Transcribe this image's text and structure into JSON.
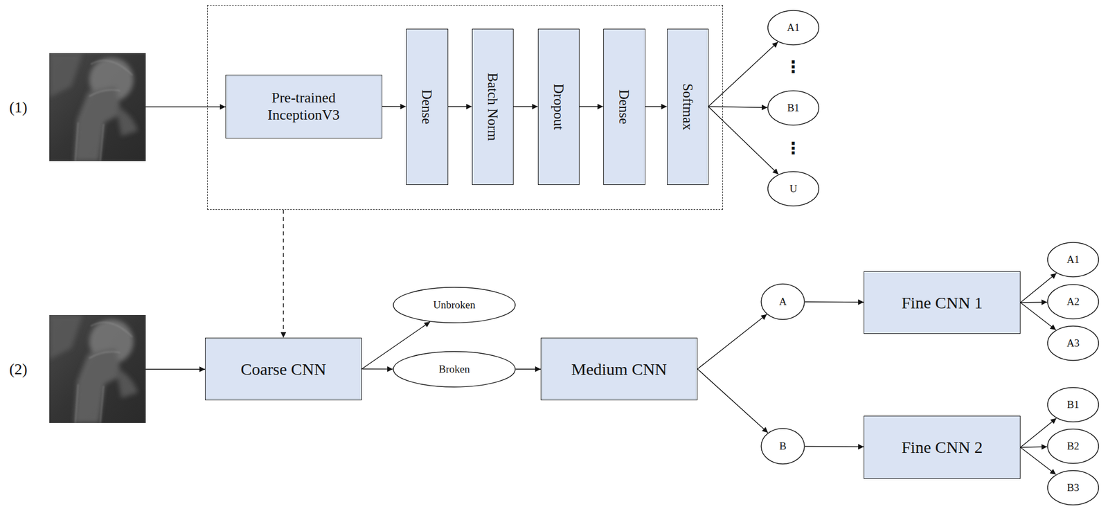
{
  "diagram": {
    "nodes": [
      {
        "text": []
      },
      {
        "text": [
          "Pre-trained InceptionV3"
        ],
        "in": 0
      },
      {
        "text": [
          "Dense"
        ],
        "in": 0
      },
      {
        "text": [
          "Batch Norm"
        ],
        "in": 0
      },
      {
        "text": [
          "Dropout"
        ],
        "in": 0
      },
      {
        "text": [
          "Dense"
        ],
        "in": 0
      },
      {
        "text": [
          "Softmax"
        ],
        "in": 0
      },
      {
        "text": [
          "A1"
        ]
      },
      {
        "text": [
          "B1"
        ]
      },
      {
        "text": [
          "U"
        ]
      },
      {
        "text": [
          "Coarse CNN"
        ]
      },
      {
        "text": [
          "Unbroken"
        ]
      },
      {
        "text": [
          "Broken"
        ]
      },
      {
        "text": [
          "Medium CNN"
        ]
      },
      {
        "text": [
          "A"
        ]
      },
      {
        "text": [
          "B"
        ]
      },
      {
        "text": [
          "Fine CNN 1"
        ]
      },
      {
        "text": [
          "Fine CNN 2"
        ]
      },
      {
        "text": [
          "A1"
        ]
      },
      {
        "text": [
          "A2"
        ]
      },
      {
        "text": [
          "A3"
        ]
      },
      {
        "text": [
          "B1"
        ]
      },
      {
        "text": [
          "B2"
        ]
      },
      {
        "text": [
          "B3"
        ]
      }
    ],
    "edges": [
      {
        "from": 1,
        "to": 2,
        "arrow": "to"
      },
      {
        "from": 2,
        "to": 3,
        "arrow": "to"
      },
      {
        "from": 3,
        "to": 4,
        "arrow": "to"
      },
      {
        "from": 4,
        "to": 5,
        "arrow": "to"
      },
      {
        "from": 5,
        "to": 6,
        "arrow": "to"
      },
      {
        "from": 6,
        "to": 7,
        "arrow": "to"
      },
      {
        "from": 6,
        "to": 8,
        "arrow": "to"
      },
      {
        "from": 6,
        "to": 9,
        "arrow": "to"
      },
      {
        "from": 0,
        "to": 10,
        "arrow": "to"
      },
      {
        "from": 10,
        "to": 11,
        "arrow": "to"
      },
      {
        "from": 10,
        "to": 12,
        "arrow": "to"
      },
      {
        "from": 12,
        "to": 13,
        "arrow": "to"
      },
      {
        "from": 13,
        "to": 14,
        "arrow": "to"
      },
      {
        "from": 13,
        "to": 15,
        "arrow": "to"
      },
      {
        "from": 14,
        "to": 16,
        "arrow": "to"
      },
      {
        "from": 15,
        "to": 17,
        "arrow": "to"
      },
      {
        "from": 16,
        "to": 18,
        "arrow": "to"
      },
      {
        "from": 16,
        "to": 19,
        "arrow": "to"
      },
      {
        "from": 16,
        "to": 20,
        "arrow": "to"
      },
      {
        "from": 17,
        "to": 21,
        "arrow": "to"
      },
      {
        "from": 17,
        "to": 22,
        "arrow": "to"
      },
      {
        "from": 17,
        "to": 23,
        "arrow": "to"
      }
    ],
    "labels": [
      "(1)",
      "⋮",
      "⋮",
      "(2)"
    ]
  }
}
